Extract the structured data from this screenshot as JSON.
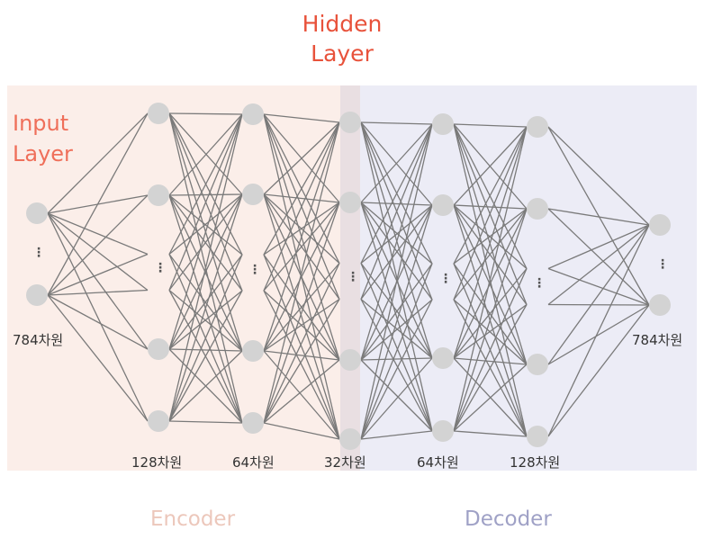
{
  "titles": {
    "hidden_line1": "Hidden",
    "hidden_line2": "Layer",
    "input_line1": "Input",
    "input_line2": "Layer"
  },
  "dims": {
    "input": "784차원",
    "enc_1": "128차원",
    "enc_2": "64차원",
    "latent": "32차원",
    "dec_1": "64차원",
    "dec_2": "128차원",
    "output": "784차원"
  },
  "sections": {
    "encoder": "Encoder",
    "decoder": "Decoder"
  },
  "colors": {
    "encoder_bg": "#fbeee9",
    "decoder_bg": "#ececf6",
    "overlap_bg": "#e9dfe2",
    "node": "#d3d3d3",
    "edge": "#7a7a7a",
    "hidden_title": "#e8523b",
    "input_title": "#ef6f5a",
    "encoder_text": "#ecc7bb",
    "decoder_text": "#9fa1c6"
  },
  "ellipsis_glyph": "⋮"
}
